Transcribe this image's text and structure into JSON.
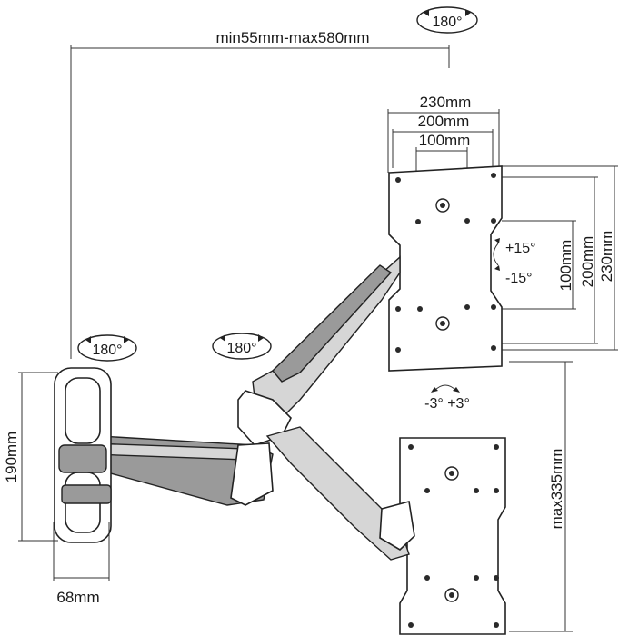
{
  "labels": {
    "arm_reach": "min55mm-max580mm",
    "top_rotation": "180°",
    "wall_rotation": "180°",
    "elbow_rotation": "180°",
    "plate_width_outer": "230mm",
    "plate_width_mid": "200mm",
    "plate_width_inner": "100mm",
    "plate_height_outer": "230mm",
    "plate_height_mid": "200mm",
    "plate_height_inner": "100mm",
    "tilt_up": "+15°",
    "tilt_down": "-15°",
    "swivel": "-3° +3°",
    "wall_height": "190mm",
    "wall_width": "68mm",
    "max_height": "max335mm"
  },
  "colors": {
    "line": "#333333",
    "arm_fill": "#9a9a9a",
    "plate_fill": "#ffffff"
  }
}
